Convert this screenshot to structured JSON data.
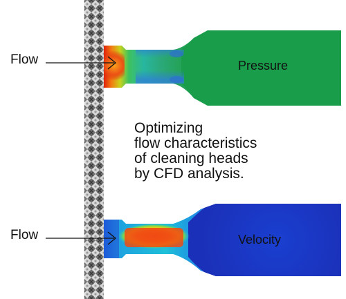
{
  "diagram": {
    "flow_labels": [
      "Flow",
      "Flow"
    ],
    "field_labels": {
      "pressure": "Pressure",
      "velocity": "Velocity"
    },
    "caption_lines": [
      "Optimizing",
      "flow characteristics",
      "of cleaning heads",
      "by CFD analysis."
    ]
  }
}
